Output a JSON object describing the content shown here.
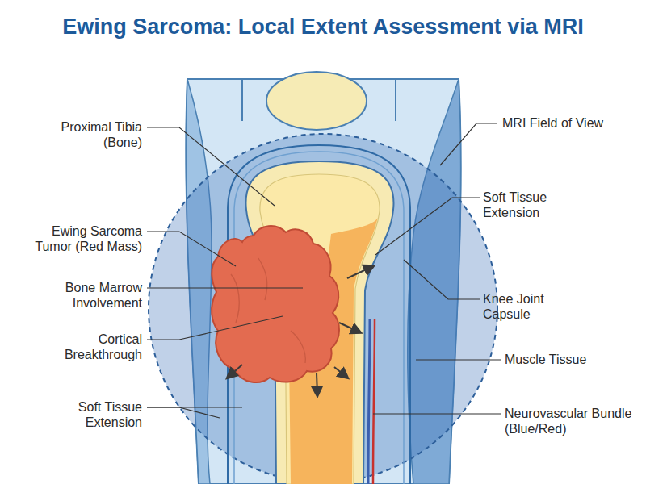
{
  "diagram": {
    "title": "Ewing Sarcoma: Local Extent Assessment via MRI",
    "labels": [
      "Proximal Tibia (Bone)",
      "Ewing Sarcoma Tumor (Red Mass)",
      "Bone Marrow Involvement",
      "Cortical Breakthrough",
      "Soft Tissue Extension",
      "MRI Field of View",
      "Soft Tissue Extension",
      "Knee Joint Capsule",
      "Muscle Tissue",
      "Neurovascular Bundle (Blue/Red)"
    ]
  }
}
